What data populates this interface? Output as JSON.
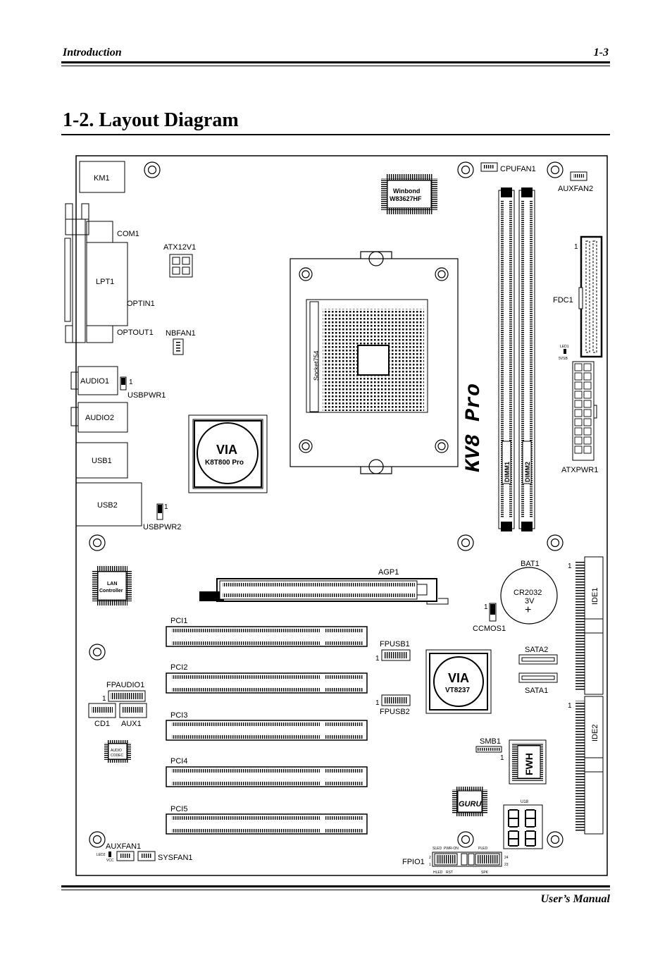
{
  "header": {
    "section": "Introduction",
    "page": "1-3"
  },
  "title": "1-2.   Layout Diagram",
  "footer": "User’s Manual",
  "board": {
    "model": "KV8 Pro",
    "labels": {
      "km1": "KM1",
      "com1": "COM1",
      "lpt1": "LPT1",
      "optin1": "OPTIN1",
      "optout1": "OPTOUT1",
      "audio1": "AUDIO1",
      "audio2": "AUDIO2",
      "usb1": "USB1",
      "usb2": "USB2",
      "usbpwr1": "USBPWR1",
      "usbpwr2": "USBPWR2",
      "atx12v1": "ATX12V1",
      "nbfan1": "NBFAN1",
      "cpufan1": "CPUFAN1",
      "auxfan2": "AUXFAN2",
      "fdc1": "FDC1",
      "atxpwr1": "ATXPWR1",
      "dimm1": "DIMM1",
      "dimm2": "DIMM2",
      "socket": "Socket754",
      "winbond1": "Winbond",
      "winbond2": "W83627HF",
      "via_nb": "VIA",
      "via_nb_model": "K8T800 Pro",
      "via_sb": "VIA",
      "via_sb_model": "VT8237",
      "lan1": "LAN",
      "lan2": "Controller",
      "agp1": "AGP1",
      "pci1": "PCI1",
      "pci2": "PCI2",
      "pci3": "PCI3",
      "pci4": "PCI4",
      "pci5": "PCI5",
      "bat1": "BAT1",
      "cr2032": "CR2032",
      "volt": "3V",
      "ccmos1": "CCMOS1",
      "ide1": "IDE1",
      "ide2": "IDE2",
      "sata1": "SATA1",
      "sata2": "SATA2",
      "fpusb1": "FPUSB1",
      "fpusb2": "FPUSB2",
      "fpaudio1": "FPAUDIO1",
      "cd1": "CD1",
      "aux1": "AUX1",
      "audio_codec1": "AUDIO",
      "audio_codec2": "CODEC",
      "smb1": "SMB1",
      "fwh": "FWH",
      "u18": "U18",
      "guru": "GURU",
      "auxfan1": "AUXFAN1",
      "sysfan1": "SYSFAN1",
      "fpio1": "FPIO1",
      "led1": "LED1",
      "led2": "LED2",
      "vcc": "VCC",
      "fivevsb": "5VSB",
      "sled": "SLED",
      "pwron": "PWR-ON",
      "pled": "PLED",
      "hled": "HLED",
      "rst": "RST",
      "spk": "SPK",
      "pin1": "1",
      "pin2": "2",
      "pin23": "23",
      "pin24": "24",
      "plus": "+"
    }
  }
}
